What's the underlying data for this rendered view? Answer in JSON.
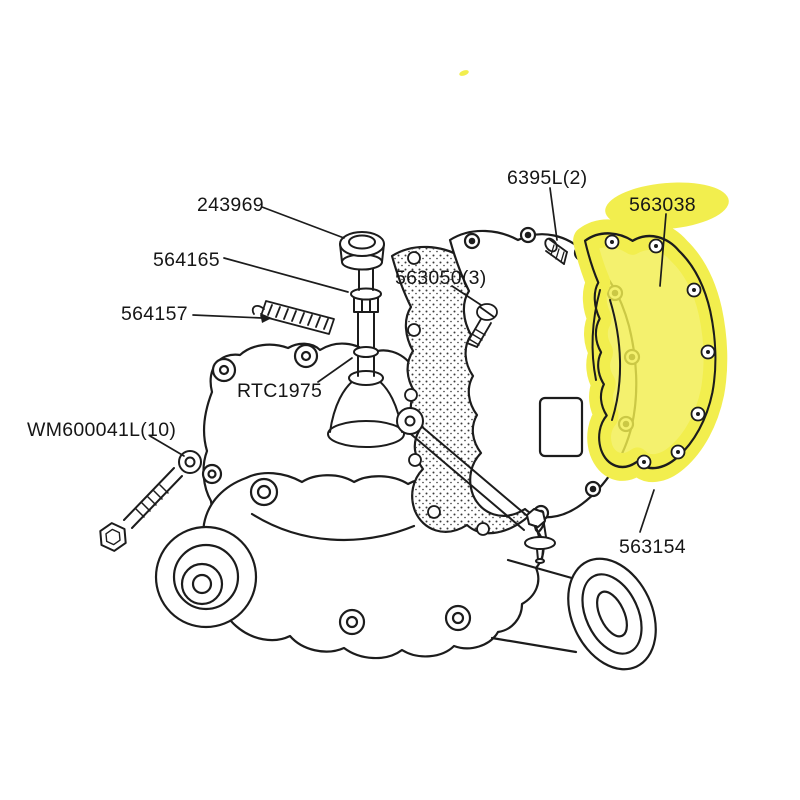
{
  "diagram": {
    "background_color": "#ffffff",
    "line_color": "#1c1c1c",
    "highlight_color": "#f2ee4e",
    "highlighted_part_number": "563038",
    "labels": [
      {
        "text": "243969",
        "highlighted": false
      },
      {
        "text": "564165",
        "highlighted": false
      },
      {
        "text": "564157",
        "highlighted": false
      },
      {
        "text": "RTC1975",
        "highlighted": false
      },
      {
        "text": "WM600041L(10)",
        "highlighted": false
      },
      {
        "text": "563050(3)",
        "highlighted": false
      },
      {
        "text": "6395L(2)",
        "highlighted": false
      },
      {
        "text": "563038",
        "highlighted": true
      },
      {
        "text": "563154",
        "highlighted": false
      }
    ]
  }
}
